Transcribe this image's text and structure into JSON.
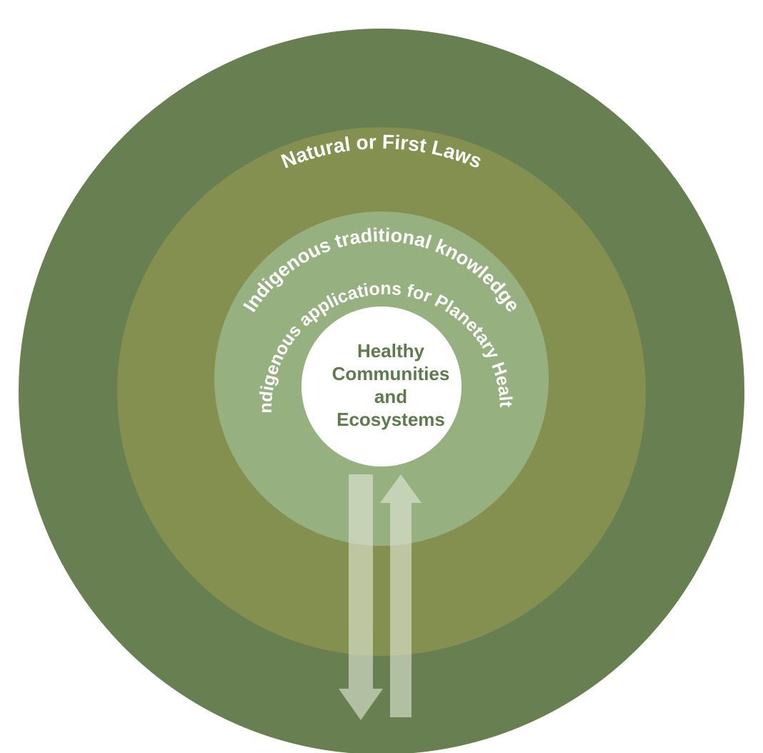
{
  "diagram": {
    "rings": {
      "outer": {
        "label": "Natural or First Laws",
        "color": "#677f51"
      },
      "middle": {
        "label": "Indigenous traditional knowledge",
        "color": "#84904f"
      },
      "inner": {
        "label": "Indigenous applications for Planetary Health",
        "color": "#97b080"
      }
    },
    "core": {
      "lines": [
        "Healthy",
        "Communities",
        "and",
        "Ecosystems"
      ],
      "fill_color": "#ffffff",
      "text_color": "#5f7a4c"
    },
    "arrows": {
      "down_icon": "arrow-down-icon",
      "up_icon": "arrow-up-icon",
      "color": "#e4ead9"
    }
  }
}
